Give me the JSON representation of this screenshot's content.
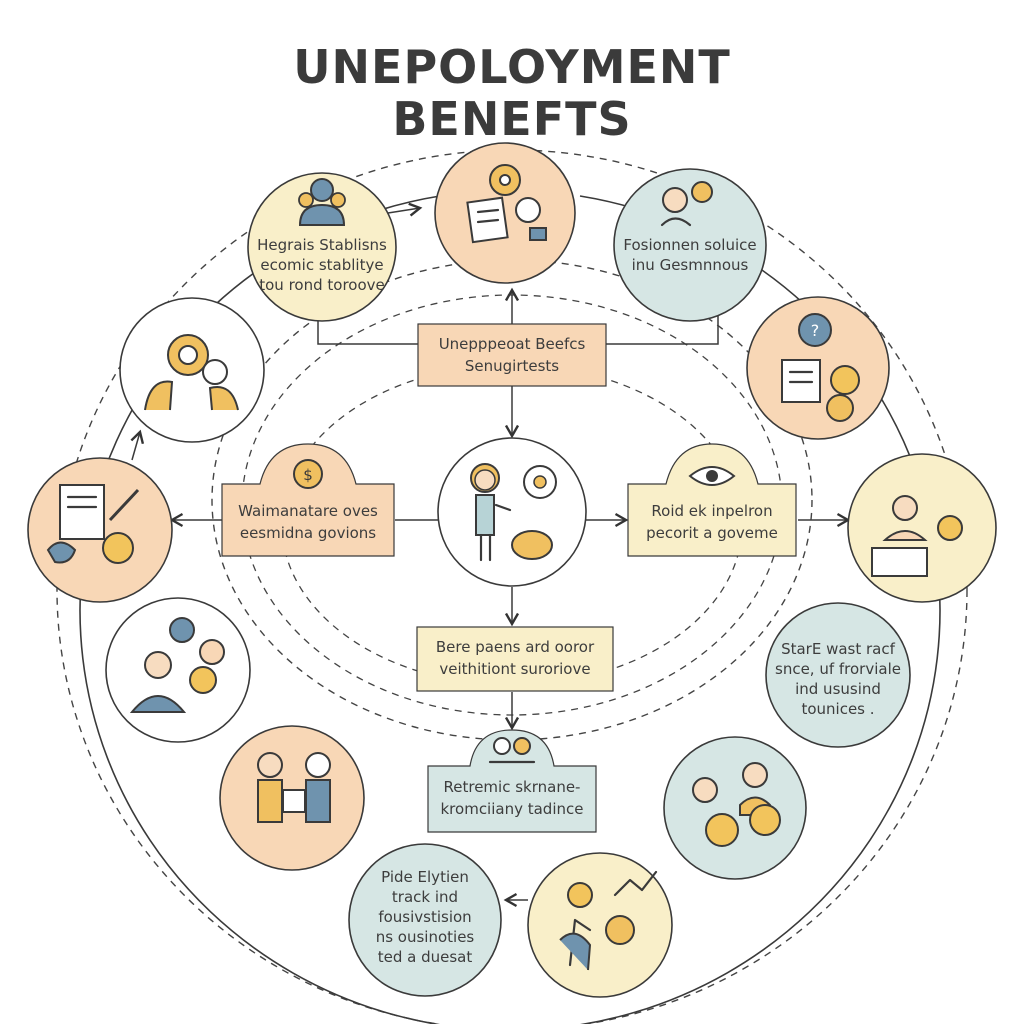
{
  "title": {
    "line1": "UNEPOLOYMENT",
    "line2": "BENEFTS"
  },
  "colors": {
    "peach": "#f8d7b6",
    "cream": "#f9efc9",
    "teal": "#d6e6e4",
    "white": "#ffffff",
    "outline": "#3a3a3a",
    "gold": "#f0c060",
    "blue": "#6f93ae"
  },
  "outer_nodes": [
    {
      "id": "top-left-node",
      "lines": [
        "Hegrais Stablisns",
        "ecomic stablitye",
        "tou rond toroove"
      ],
      "icon": "people-group-icon",
      "fill": "cream"
    },
    {
      "id": "top-node",
      "lines": [],
      "icon": "gear-documents-icon",
      "fill": "peach"
    },
    {
      "id": "top-right-node",
      "lines": [
        "Fosionnen soluice",
        "inu Gesmnnous"
      ],
      "icon": "people-talking-icon",
      "fill": "teal"
    },
    {
      "id": "right-upper-node",
      "lines": [],
      "icon": "gear-document-coin-icon",
      "fill": "peach"
    },
    {
      "id": "right-node",
      "lines": [],
      "icon": "people-money-icon",
      "fill": "cream"
    },
    {
      "id": "right-lower-node",
      "lines": [
        "StarE wast racf",
        "snce, uf frorviale",
        "ind ususind",
        "tounices ."
      ],
      "icon": "",
      "fill": "teal"
    },
    {
      "id": "bottom-right-node",
      "lines": [],
      "icon": "people-coins-icon",
      "fill": "teal"
    },
    {
      "id": "bottom-node",
      "lines": [],
      "icon": "growth-hand-icon",
      "fill": "cream"
    },
    {
      "id": "bottom-left-text-node",
      "lines": [
        "Pide Elytien",
        "track ind",
        "fousivstision",
        "ns ousinoties",
        "ted a duesat"
      ],
      "icon": "",
      "fill": "teal"
    },
    {
      "id": "bottom-left-node",
      "lines": [],
      "icon": "people-exchange-icon",
      "fill": "peach"
    },
    {
      "id": "left-lower-node",
      "lines": [],
      "icon": "people-coin-icon",
      "fill": "white"
    },
    {
      "id": "left-node",
      "lines": [],
      "icon": "document-coin-icon",
      "fill": "peach"
    },
    {
      "id": "left-upper-node",
      "lines": [],
      "icon": "gear-heads-icon",
      "fill": "white"
    }
  ],
  "inner_boxes": [
    {
      "id": "top-box",
      "lines": [
        "Unepppeoat Beefcs",
        "Senugirtests"
      ]
    },
    {
      "id": "left-box",
      "lines": [
        "Waimanatare oves",
        "eesmidna govions"
      ]
    },
    {
      "id": "right-box",
      "lines": [
        "Roid ek inpelron",
        "pecorit a goveme"
      ]
    },
    {
      "id": "middle-box",
      "lines": [
        "Bere paens ard ooror",
        "veithitiont suroriove"
      ]
    },
    {
      "id": "bottom-box",
      "lines": [
        "Retremic skrnane-",
        "kromciiany tadince"
      ]
    }
  ]
}
